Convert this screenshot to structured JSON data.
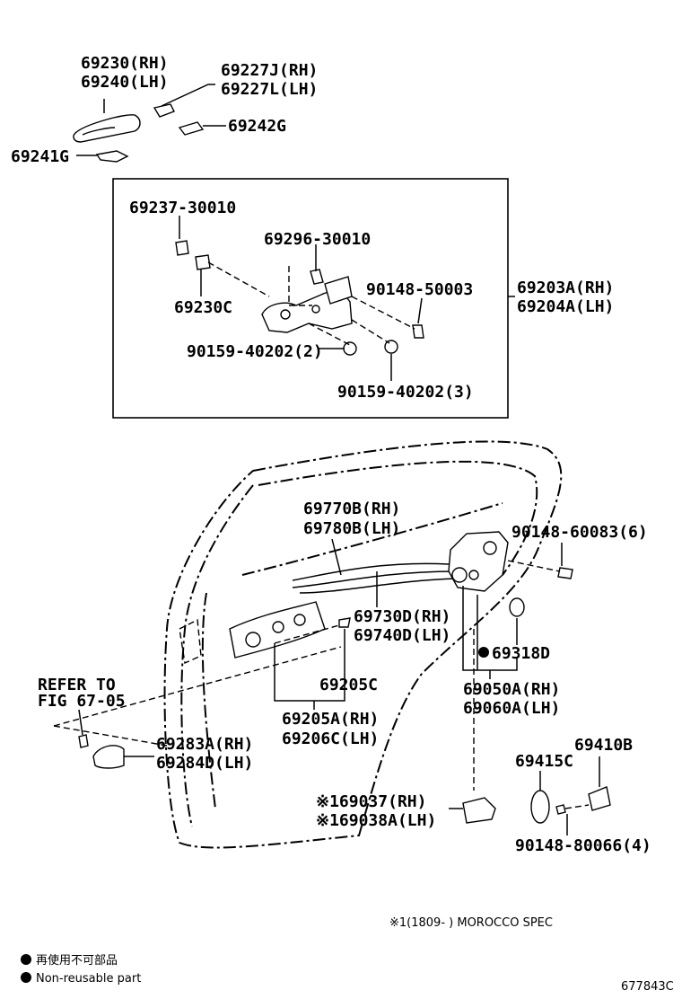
{
  "parts": {
    "p69230": "69230(RH)",
    "p69240": "69240(LH)",
    "p69227j": "69227J(RH)",
    "p69227l": "69227L(LH)",
    "p69242g": "69242G",
    "p69241g": "69241G",
    "p69237": "69237-30010",
    "p69296": "69296-30010",
    "p90148_50003": "90148-50003",
    "p69230c": "69230C",
    "p69203a": "69203A(RH)",
    "p69204a": "69204A(LH)",
    "p90159_2": "90159-40202(2)",
    "p90159_3": "90159-40202(3)",
    "p69770b": "69770B(RH)",
    "p69780b": "69780B(LH)",
    "p90148_60083": "90148-60083(6)",
    "p69730d": "69730D(RH)",
    "p69740d": "69740D(LH)",
    "p69318d": "69318D",
    "p69205c": "69205C",
    "p69050a": "69050A(RH)",
    "p69060a": "69060A(LH)",
    "refer1": "REFER TO",
    "refer2": "FIG 67-05",
    "p69205a": "69205A(RH)",
    "p69206c": "69206C(LH)",
    "p69283a": "69283A(RH)",
    "p69284d": "69284D(LH)",
    "p69410b": "69410B",
    "p69415c": "69415C",
    "p69037": "※169037(RH)",
    "p69038a": "※169038A(LH)",
    "p90148_80066": "90148-80066(4)"
  },
  "footnote": "※1(1809-      ) MOROCCO SPEC",
  "legend": {
    "jp": "再使用不可部品",
    "en": "Non-reusable part"
  },
  "figure_id": "677843C"
}
